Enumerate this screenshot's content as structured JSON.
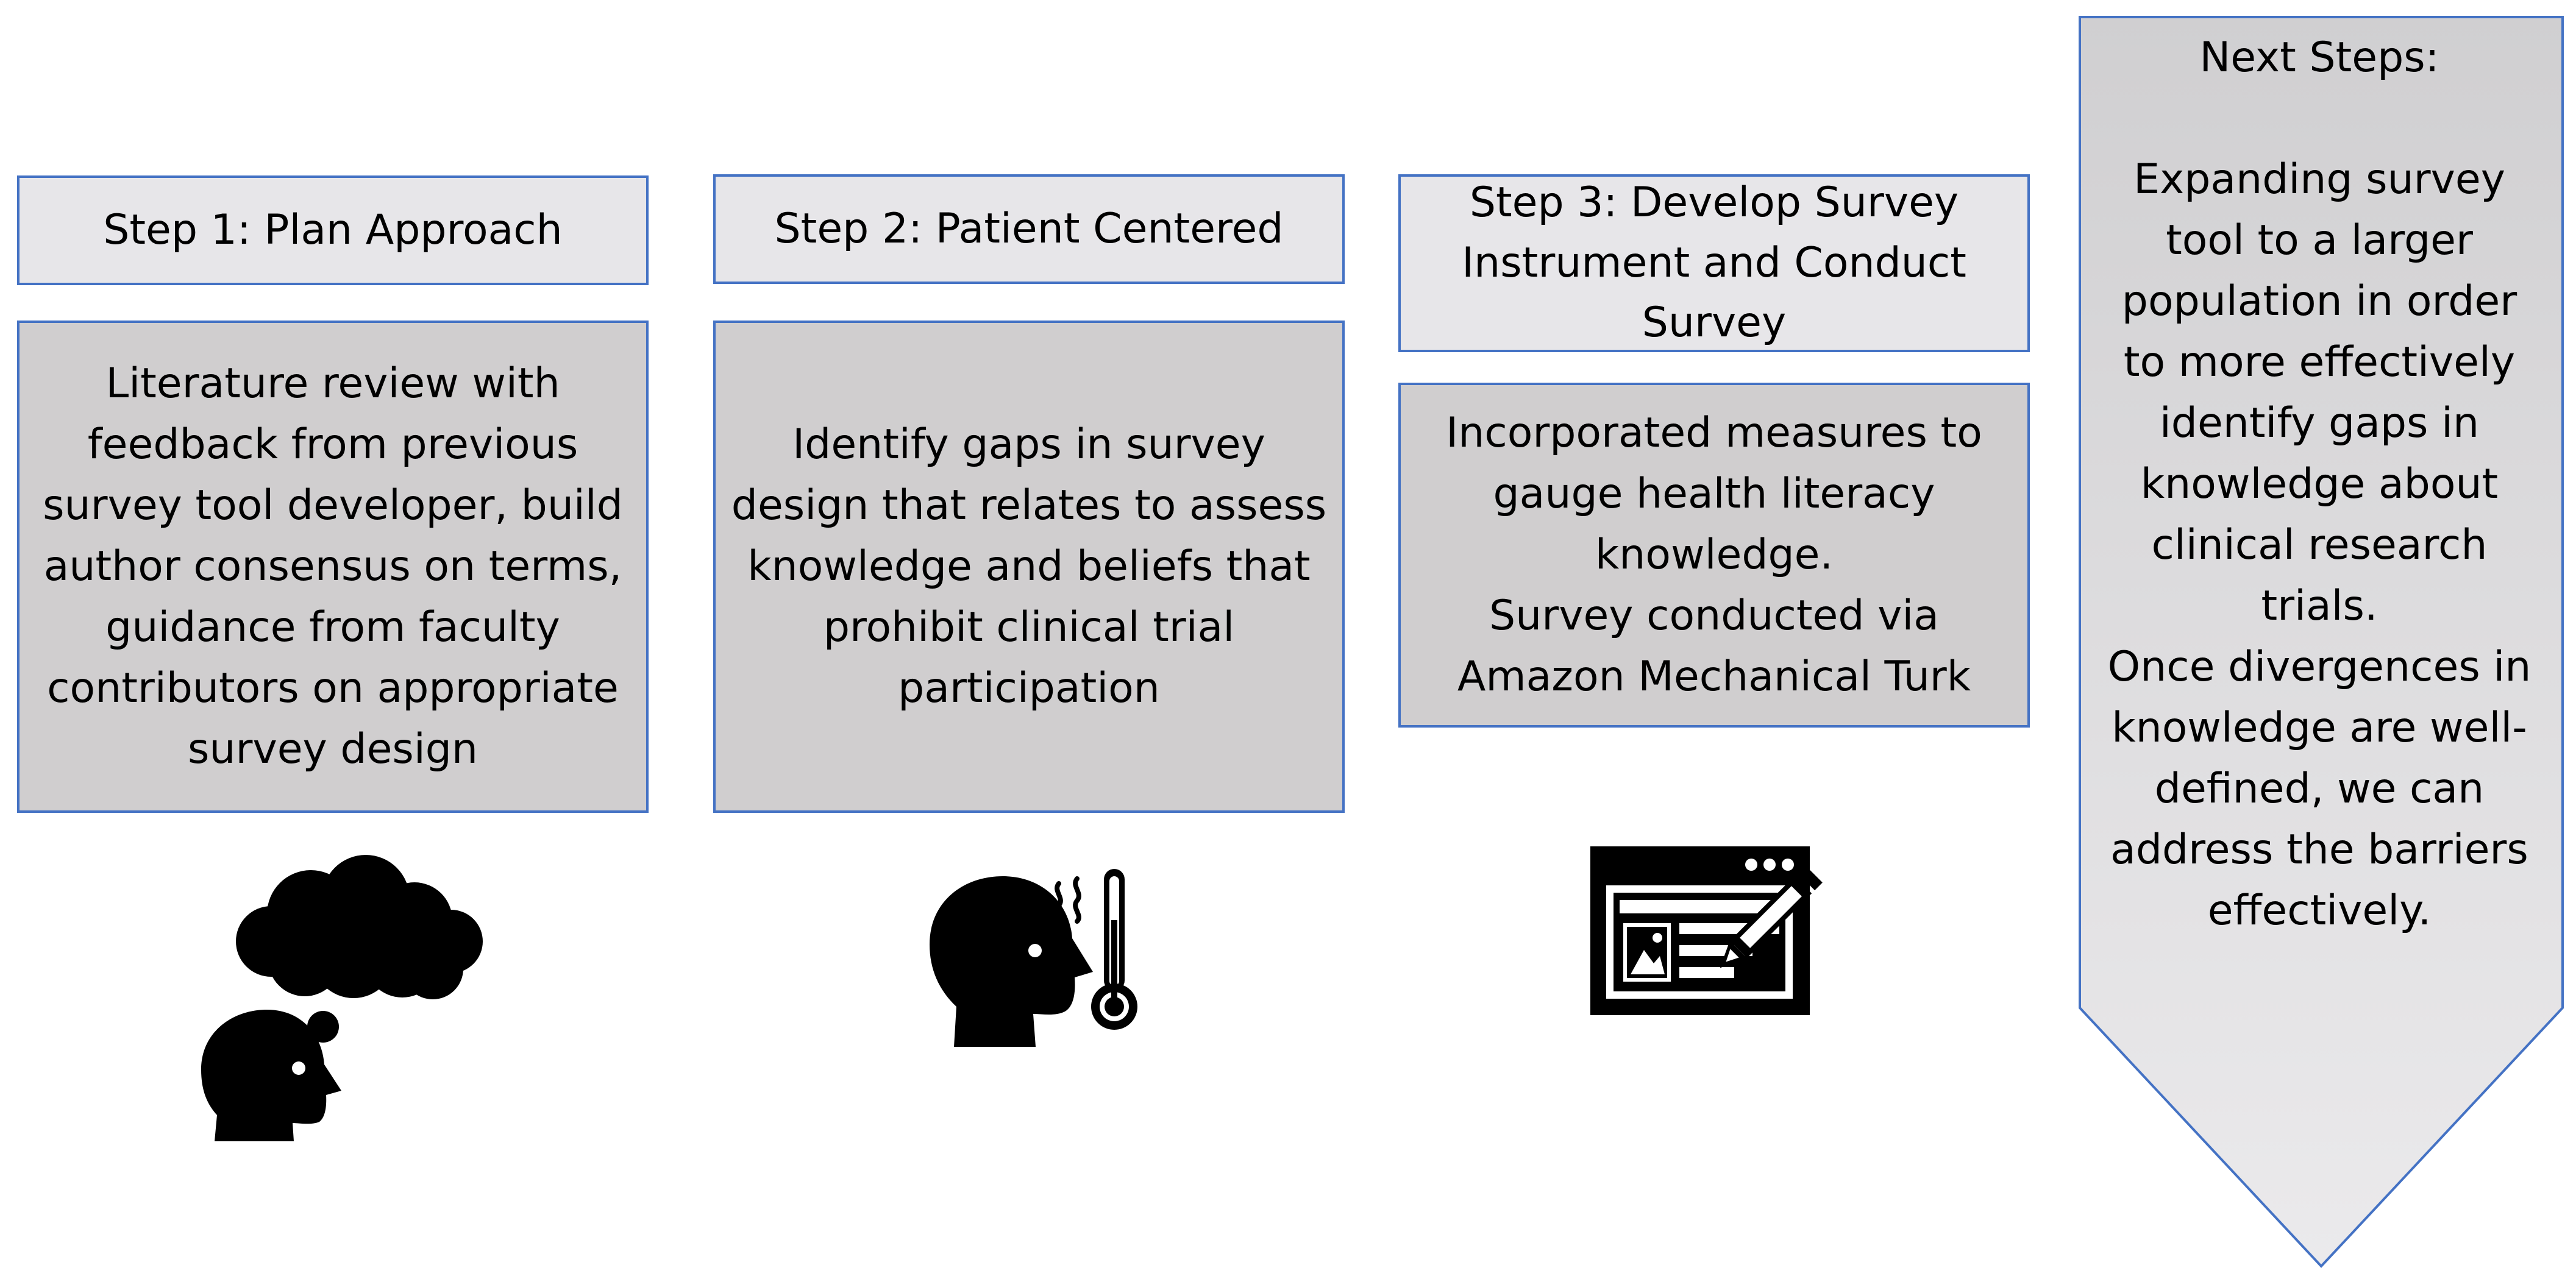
{
  "steps": [
    {
      "title_lines": [
        "Step 1: Plan Approach"
      ],
      "body_lines": [
        "Literature review with",
        "feedback from previous",
        "survey tool developer, build",
        "author consensus on terms,",
        "guidance from faculty",
        "contributors on appropriate",
        "survey design"
      ],
      "icon": "thinking-head-cloud-icon"
    },
    {
      "title_lines": [
        "Step 2: Patient Centered"
      ],
      "body_lines": [
        "Identify gaps in survey",
        "design that relates to assess",
        "knowledge and beliefs that",
        "prohibit clinical trial",
        "participation"
      ],
      "icon": "head-with-thermometer-icon"
    },
    {
      "title_lines": [
        "Step 3: Develop Survey",
        "Instrument and Conduct",
        "Survey"
      ],
      "body_lines": [
        "Incorporated measures to",
        "gauge health literacy",
        "knowledge.",
        "Survey conducted via",
        "Amazon Mechanical Turk"
      ],
      "icon": "web-form-pencil-icon"
    }
  ],
  "next_steps": {
    "lines": [
      "Next Steps:",
      "",
      "Expanding survey",
      "tool to a larger",
      "population in order",
      "to more effectively",
      "identify gaps in",
      "knowledge about",
      "clinical research",
      "trials.",
      "Once divergences in",
      "knowledge are well-",
      "defined, we can",
      "address the barriers",
      "effectively."
    ]
  },
  "colors": {
    "border": "#4472c4",
    "header_fill": "#e7e6e9",
    "body_fill": "#d0cecf",
    "arrow_fill_top": "#d0cfd1",
    "arrow_fill_bottom": "#ebeaec",
    "icon": "#000000"
  }
}
